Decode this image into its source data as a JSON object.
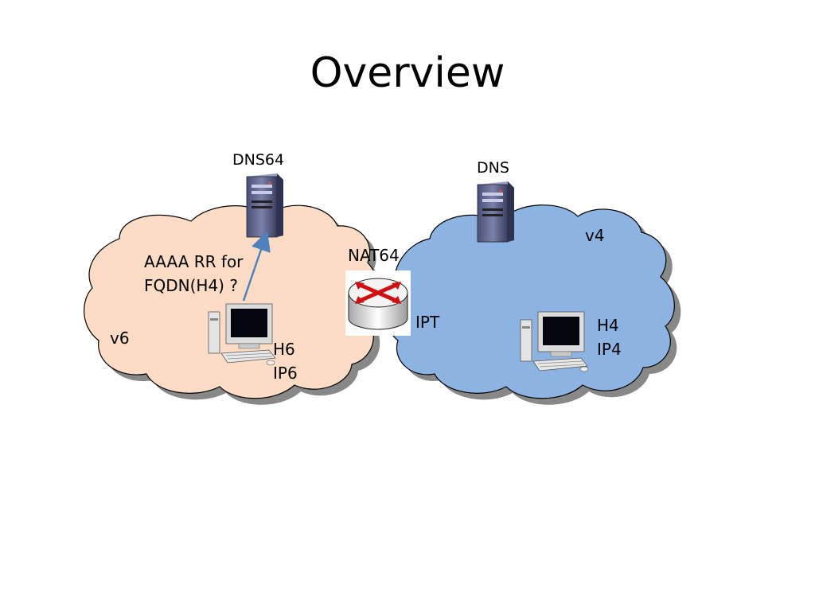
{
  "slide": {
    "title": "Overview"
  },
  "diagram": {
    "dns64_label": "DNS64",
    "dns_label": "DNS",
    "nat64_label": "NAT64",
    "ipt_label": "IPT",
    "v6_label": "v6",
    "v4_label": "v4",
    "query_line1": "AAAA RR for",
    "query_line2": "FQDN(H4) ?",
    "h6_line1": "H6",
    "h6_line2": "IP6",
    "h4_line1": "H4",
    "h4_line2": "IP4"
  },
  "colors": {
    "v6_cloud": "#fcdcc4",
    "v4_cloud": "#8db3e2",
    "arrow": "#4f81bd",
    "router_red": "#d01010"
  }
}
